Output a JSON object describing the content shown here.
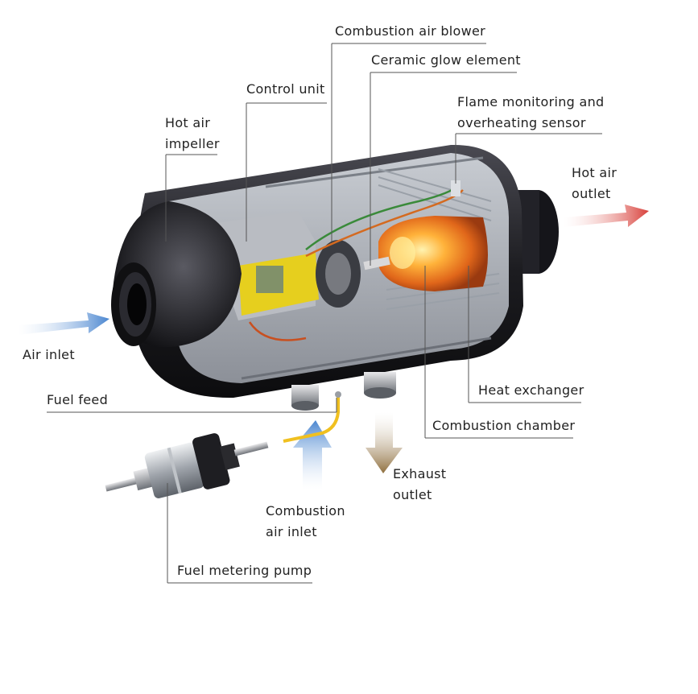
{
  "labels": {
    "combustion_air_blower": "Combustion air blower",
    "ceramic_glow_element": "Ceramic glow element",
    "control_unit": "Control unit",
    "flame_sensor_line1": "Flame monitoring and",
    "flame_sensor_line2": "overheating sensor",
    "hot_air_impeller_line1": "Hot air",
    "hot_air_impeller_line2": "impeller",
    "hot_air_outlet_line1": "Hot air",
    "hot_air_outlet_line2": "outlet",
    "air_inlet": "Air inlet",
    "fuel_feed": "Fuel feed",
    "heat_exchanger": "Heat exchanger",
    "combustion_chamber": "Combustion chamber",
    "exhaust_outlet_line1": "Exhaust",
    "exhaust_outlet_line2": "outlet",
    "combustion_air_inlet_line1": "Combustion",
    "combustion_air_inlet_line2": "air inlet",
    "fuel_metering_pump": "Fuel metering pump"
  },
  "colors": {
    "air_arrow": "#5b8fd0",
    "hot_air_arrow": "#d9473f",
    "exhaust_arrow": "#9a7b50",
    "fuel_line": "#f0c020",
    "housing": "#1e1e22",
    "flame": "#f08a20",
    "control_unit": "#e8d020"
  },
  "icons": [
    "heater-housing-cutaway",
    "fuel-metering-pump",
    "air-inlet-arrow",
    "hot-air-outlet-arrow",
    "exhaust-outlet-arrow",
    "combustion-air-inlet-arrow"
  ]
}
